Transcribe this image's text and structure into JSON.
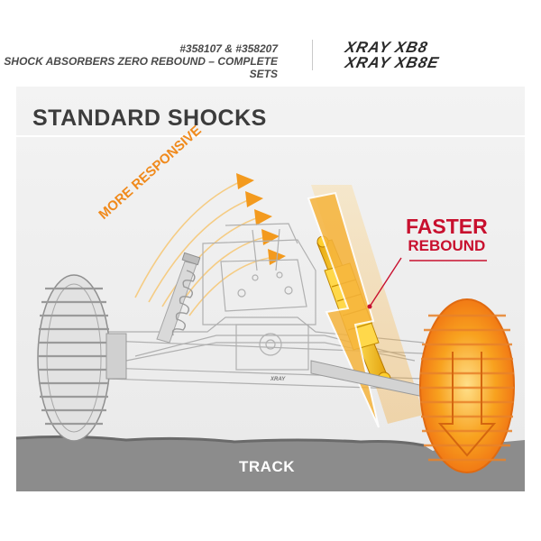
{
  "header": {
    "part_numbers": "#358107 & #358207",
    "subtitle": "SHOCK ABSORBERS ZERO REBOUND – COMPLETE SETS",
    "brand_line1": "XRAY XB8",
    "brand_line2": "XRAY XB8E"
  },
  "diagram": {
    "title": "STANDARD SHOCKS",
    "responsive_label": "MORE RESPONSIVE",
    "faster_line1": "FASTER",
    "faster_line2": "REBOUND",
    "track_label": "TRACK",
    "chassis_logo": "XRAY"
  },
  "colors": {
    "accent_orange": "#f39a1e",
    "accent_red": "#c8102e",
    "shock_yellow": "#f6c21a",
    "track_gray": "#8a8a8a"
  }
}
